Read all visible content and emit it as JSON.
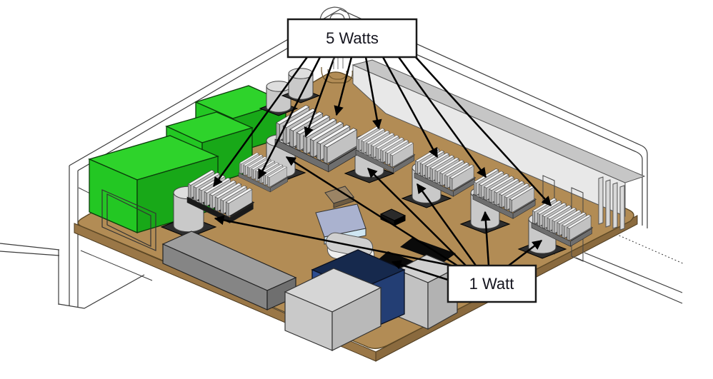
{
  "diagram": {
    "type": "3d-cad-pcb-thermal-annotation",
    "callouts": {
      "five_watts": {
        "label": "5 Watts",
        "target": "heatsinked-components",
        "arrow_count": 8
      },
      "one_watt": {
        "label": "1 Watt",
        "target": "capacitors",
        "arrow_count": 7
      }
    },
    "components": {
      "green_connectors": 3,
      "finned_heatsinks": 7,
      "cylindrical_capacitors": 8,
      "transformer_blocks": 3,
      "blue_capacitor_block": 1,
      "small_chips": 4,
      "enclosure": "wireframe outline with grey side wall"
    },
    "colors": {
      "board_tan": "#b28c55",
      "board_side": "#96713f",
      "connector_green": "#23c723",
      "heatsink_grey": "#c2c2c2",
      "capacitor_grey": "#c9c9c9",
      "capacitor_base": "#2e2e2e",
      "blue_block": "#2d4d90",
      "transformer_grey": "#9e9e9e",
      "annotation_black": "#000000",
      "callout_bg": "#ffffff"
    }
  }
}
